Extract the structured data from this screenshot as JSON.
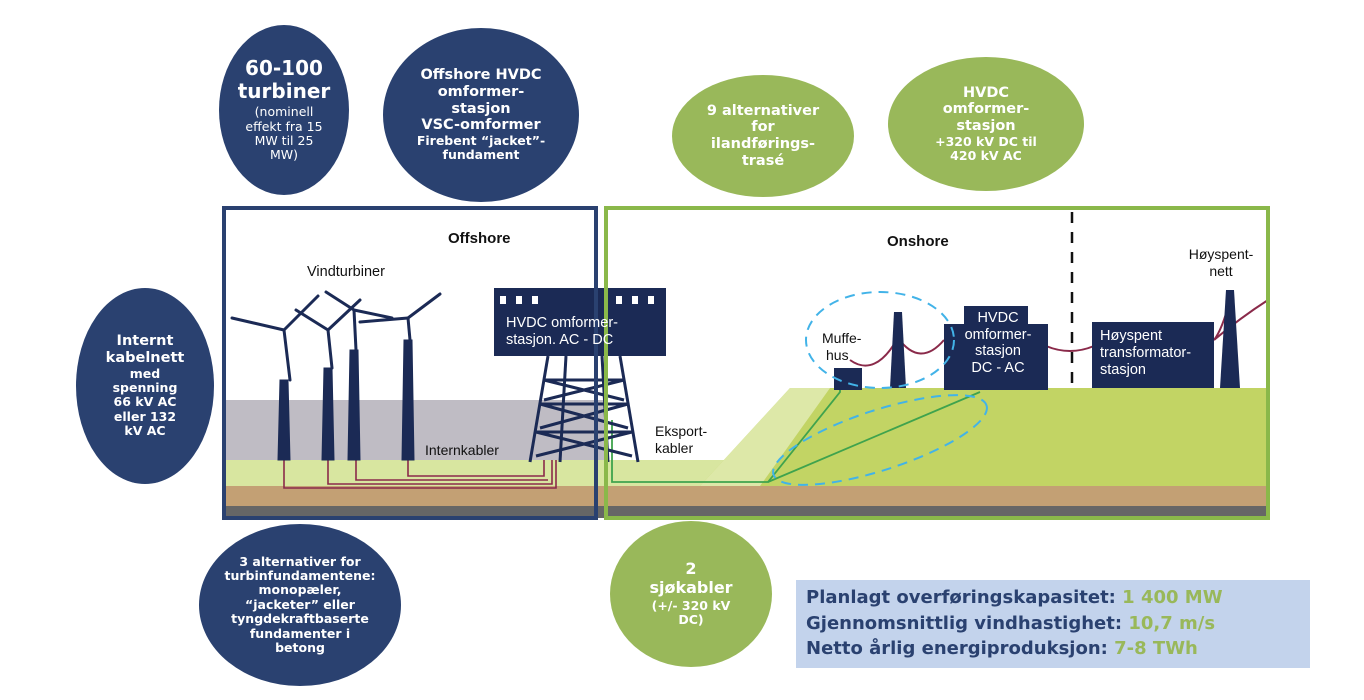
{
  "bubbles": {
    "turbines": {
      "big": "60-100",
      "big2": "turbiner",
      "small": "(nominell effekt fra 15 MW til 25 MW)"
    },
    "offshore_station": [
      "Offshore HVDC",
      "omformer-",
      "stasjon",
      "VSC-omformer",
      "Firebent “jacket”-",
      "fundament"
    ],
    "landing_routes": [
      "9 alternativer",
      "for",
      "ilandførings-",
      "trasé"
    ],
    "onshore_station": [
      "HVDC",
      "omformer-",
      "stasjon",
      "+320 kV DC til",
      "420 kV AC"
    ],
    "internal_grid": [
      "Internt",
      "kabelnett",
      "med",
      "spenning",
      "66 kV AC",
      "eller 132",
      "kV AC"
    ],
    "foundations": [
      "3 alternativer for",
      "turbinfundamentene:",
      "monopæler,",
      "“jacketer” eller",
      "tyngdekraftbaserte",
      "fundamenter i",
      "betong"
    ],
    "sea_cables": {
      "big": "2",
      "big2": "sjøkabler",
      "small": "(+/- 320 kV DC)"
    }
  },
  "diagram": {
    "offshore_title": "Offshore",
    "onshore_title": "Onshore",
    "wind_turbines": "Vindturbiner",
    "internal_cables": "Internkabler",
    "export_cables": [
      "Eksport-",
      "kabler"
    ],
    "offshore_converter": [
      "HVDC omformer-",
      "stasjon. AC - DC"
    ],
    "joint_house": [
      "Muffe-",
      "hus"
    ],
    "onshore_converter": [
      "HVDC",
      "omformer-",
      "stasjon",
      "DC - AC"
    ],
    "hv_transformer": [
      "Høyspent",
      "transformator-",
      "stasjon"
    ],
    "hv_grid": [
      "Høyspent-",
      "nett"
    ]
  },
  "stats": [
    {
      "label": "Planlagt overføringskapasitet:",
      "value": "1 400 MW"
    },
    {
      "label": "Gjennomsnittlig vindhastighet:",
      "value": "10,7 m/s"
    },
    {
      "label": "Netto årlig energiproduksjon:",
      "value": "7-8 TWh"
    }
  ],
  "colors": {
    "navy": "#2a4170",
    "green": "#99b85a",
    "stats_bg": "#c3d3ec"
  }
}
